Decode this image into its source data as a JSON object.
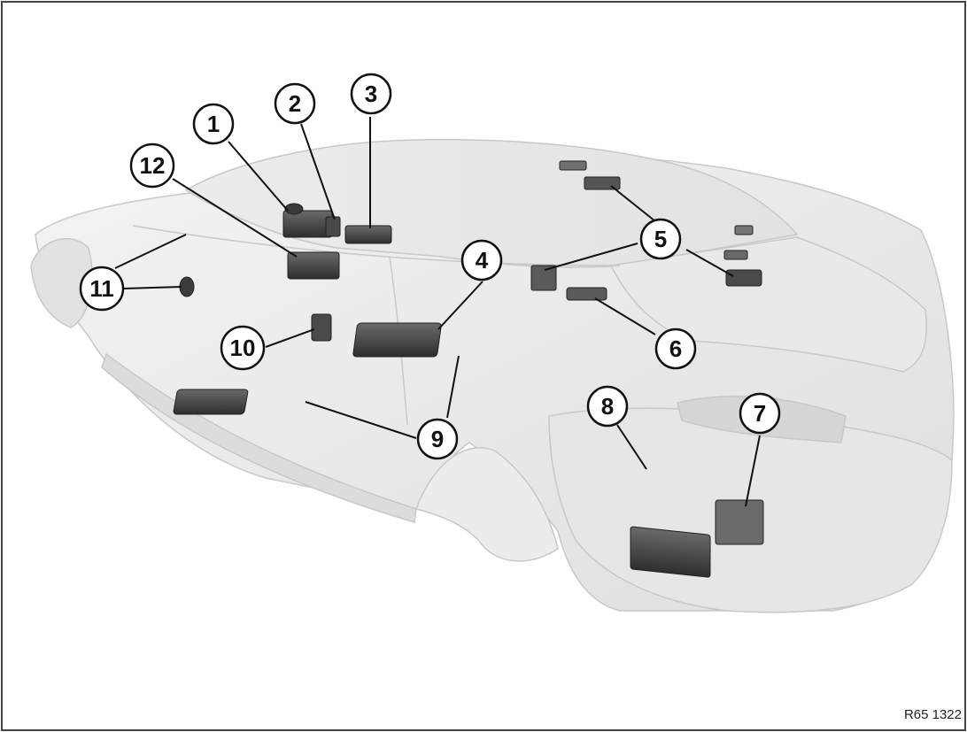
{
  "figure": {
    "reference": "R65 1322"
  },
  "callouts": [
    {
      "id": "1",
      "label": "1"
    },
    {
      "id": "2",
      "label": "2"
    },
    {
      "id": "3",
      "label": "3"
    },
    {
      "id": "4",
      "label": "4"
    },
    {
      "id": "5",
      "label": "5"
    },
    {
      "id": "6",
      "label": "6"
    },
    {
      "id": "7",
      "label": "7"
    },
    {
      "id": "8",
      "label": "8"
    },
    {
      "id": "9",
      "label": "9"
    },
    {
      "id": "10",
      "label": "10"
    },
    {
      "id": "11",
      "label": "11"
    },
    {
      "id": "12",
      "label": "12"
    }
  ]
}
